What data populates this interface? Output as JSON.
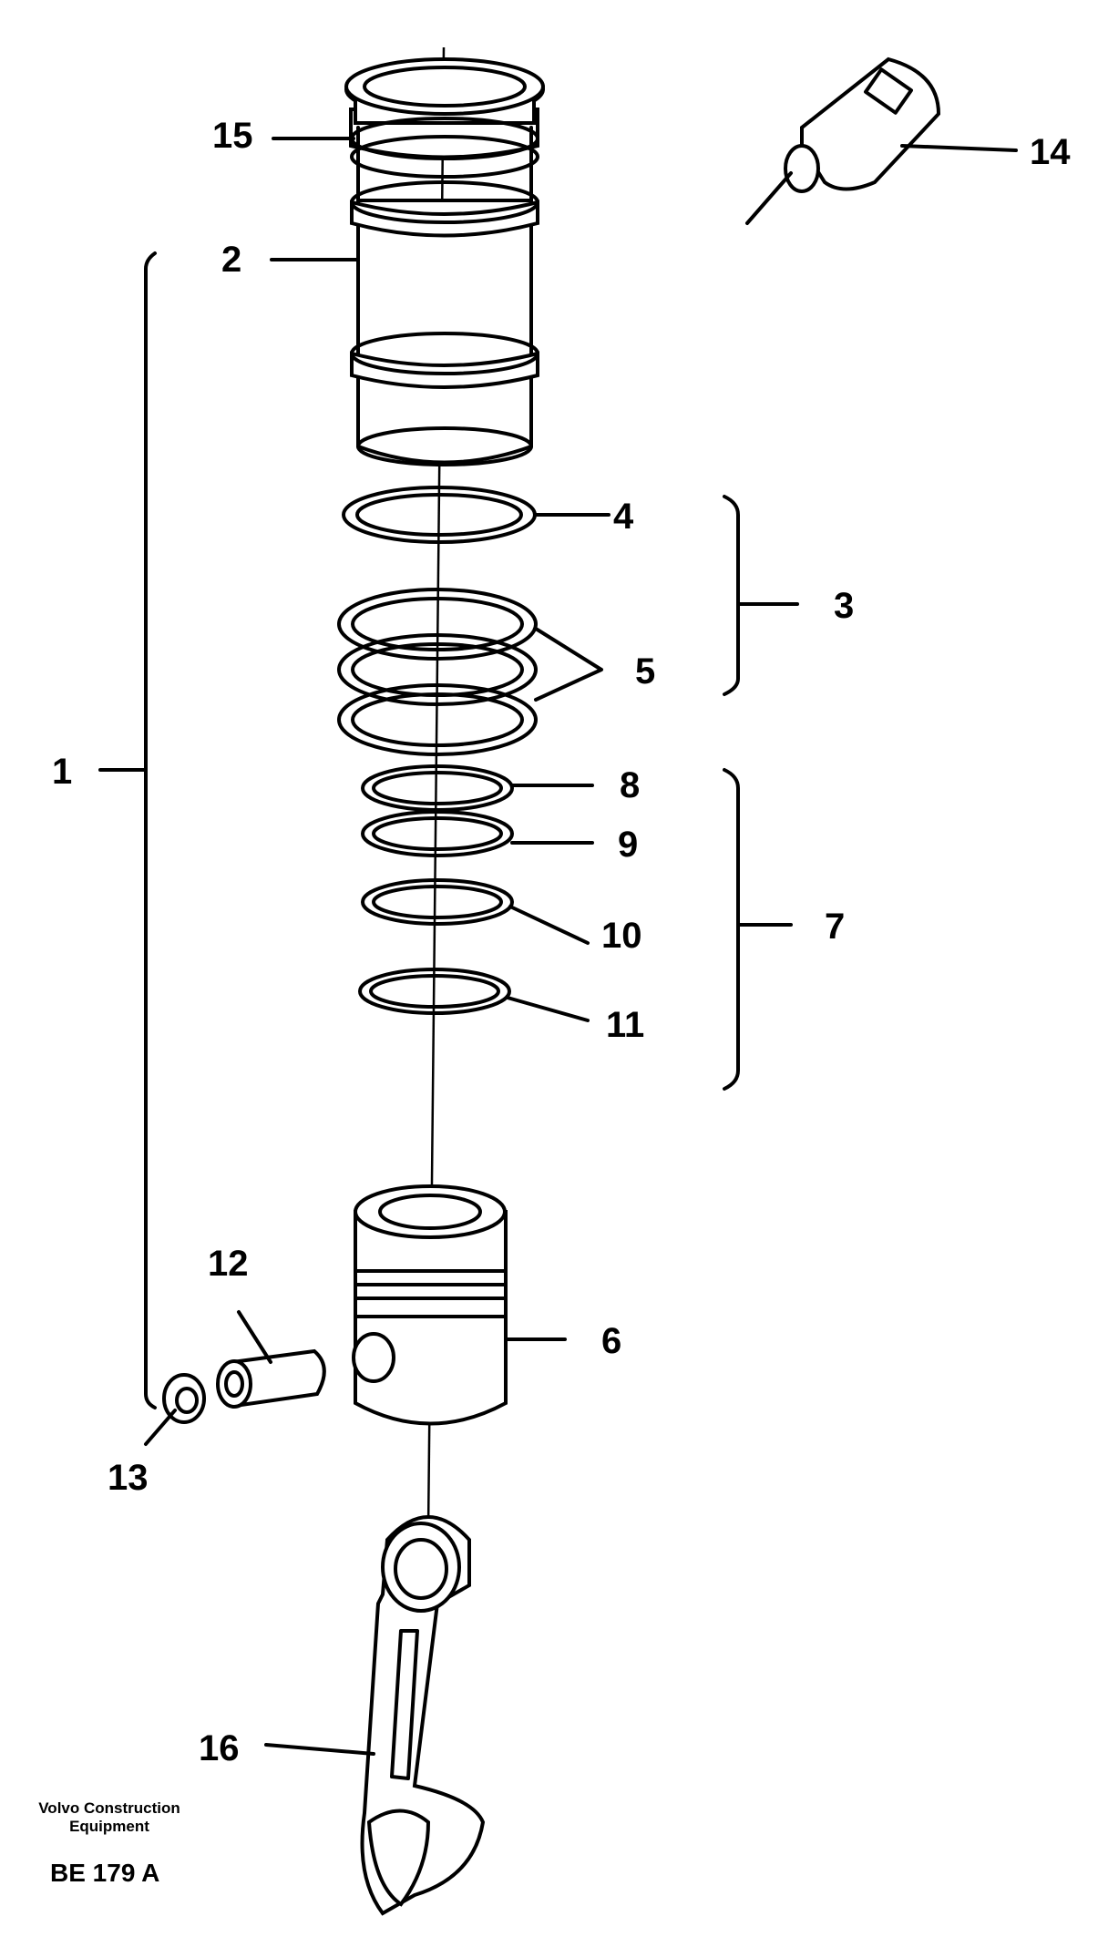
{
  "callouts": {
    "c1": "1",
    "c2": "2",
    "c3": "3",
    "c4": "4",
    "c5": "5",
    "c6": "6",
    "c7": "7",
    "c8": "8",
    "c9": "9",
    "c10": "10",
    "c11": "11",
    "c12": "12",
    "c13": "13",
    "c14": "14",
    "c15": "15",
    "c16": "16"
  },
  "footer": {
    "brand_line1": "Volvo Construction",
    "brand_line2": "Equipment",
    "figure_code": "BE 179 A"
  }
}
